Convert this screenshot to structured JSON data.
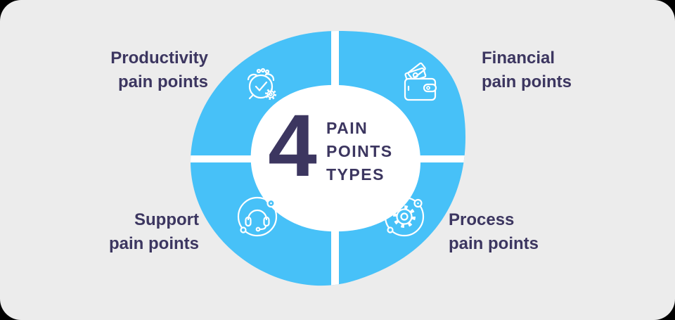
{
  "card": {
    "background": "#ECECEC",
    "accent_blue": "#47C1F8",
    "text_color": "#3C3660"
  },
  "center": {
    "number": "4",
    "title_lines": [
      "PAIN",
      "POINTS",
      "TYPES"
    ]
  },
  "quadrants": [
    {
      "id": "productivity",
      "lines": [
        "Productivity",
        "pain points"
      ],
      "icon": "alarm-clock-check-gear-icon"
    },
    {
      "id": "financial",
      "lines": [
        "Financial",
        "pain points"
      ],
      "icon": "wallet-banknotes-icon"
    },
    {
      "id": "support",
      "lines": [
        "Support",
        "pain points"
      ],
      "icon": "headset-orbit-icon"
    },
    {
      "id": "process",
      "lines": [
        "Process",
        "pain points"
      ],
      "icon": "gear-orbit-icon"
    }
  ]
}
